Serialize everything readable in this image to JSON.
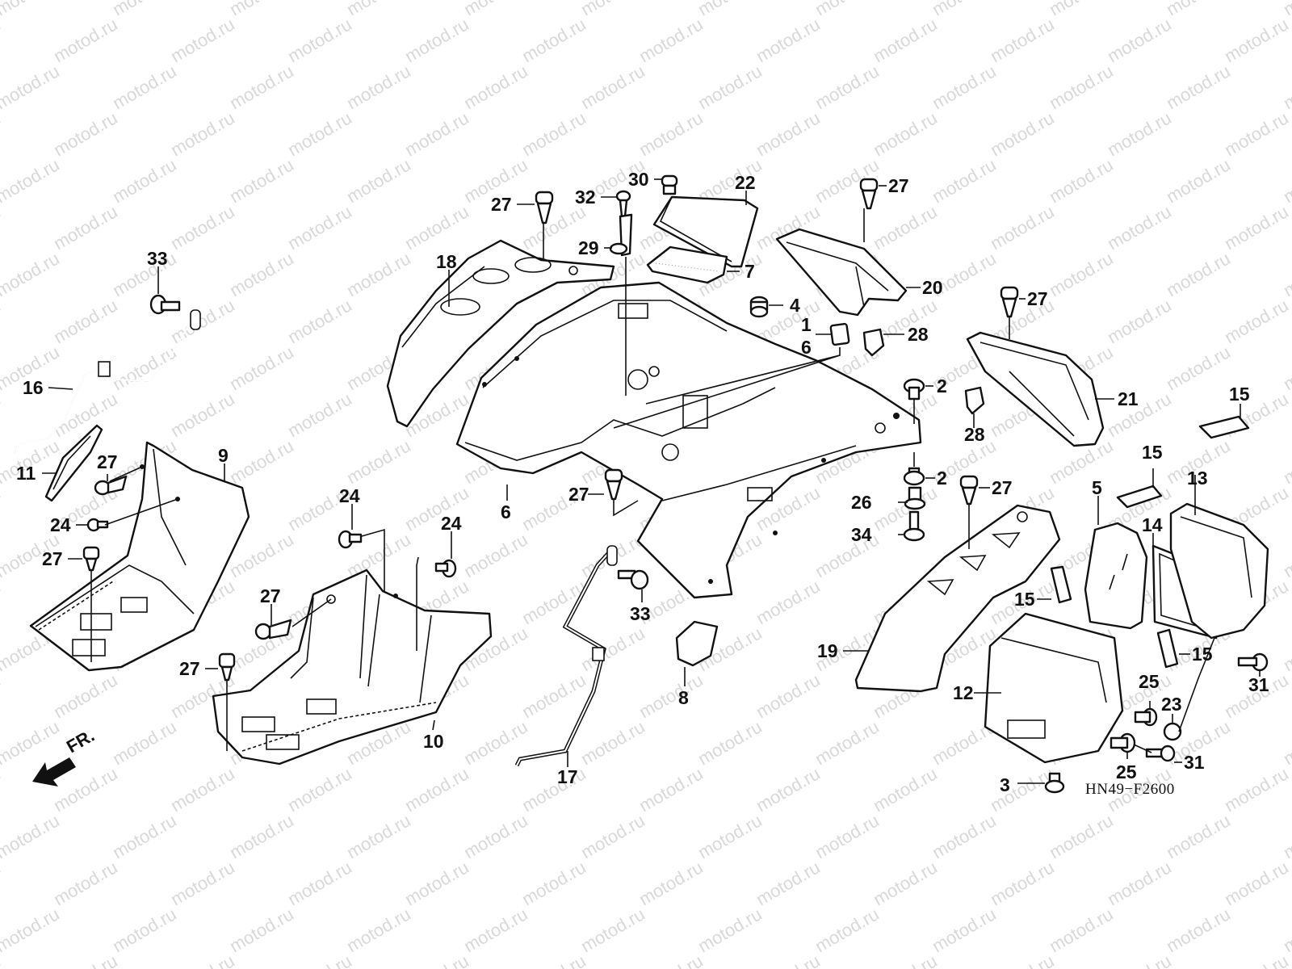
{
  "diagram": {
    "title_code": "HN49−F2600",
    "watermark": "motod.ru",
    "direction_indicator": "FR.",
    "labels": [
      {
        "id": "l33a",
        "text": "33"
      },
      {
        "id": "l16",
        "text": "16"
      },
      {
        "id": "l11",
        "text": "11"
      },
      {
        "id": "l27a",
        "text": "27"
      },
      {
        "id": "l9",
        "text": "9"
      },
      {
        "id": "l24a",
        "text": "24"
      },
      {
        "id": "l27b",
        "text": "27"
      },
      {
        "id": "l24b",
        "text": "24"
      },
      {
        "id": "l24c",
        "text": "24"
      },
      {
        "id": "l27c",
        "text": "27"
      },
      {
        "id": "l27d",
        "text": "27"
      },
      {
        "id": "l10",
        "text": "10"
      },
      {
        "id": "l18",
        "text": "18"
      },
      {
        "id": "l27e",
        "text": "27"
      },
      {
        "id": "l32",
        "text": "32"
      },
      {
        "id": "l30",
        "text": "30"
      },
      {
        "id": "l22",
        "text": "22"
      },
      {
        "id": "l29",
        "text": "29"
      },
      {
        "id": "l7",
        "text": "7"
      },
      {
        "id": "l27f",
        "text": "27"
      },
      {
        "id": "l20",
        "text": "20"
      },
      {
        "id": "l4",
        "text": "4"
      },
      {
        "id": "l1",
        "text": "1"
      },
      {
        "id": "l6a",
        "text": "6"
      },
      {
        "id": "l28a",
        "text": "28"
      },
      {
        "id": "l6b",
        "text": "6"
      },
      {
        "id": "l27g",
        "text": "27"
      },
      {
        "id": "l33b",
        "text": "33"
      },
      {
        "id": "l8",
        "text": "8"
      },
      {
        "id": "l17",
        "text": "17"
      },
      {
        "id": "l2a",
        "text": "2"
      },
      {
        "id": "l2b",
        "text": "2"
      },
      {
        "id": "l26",
        "text": "26"
      },
      {
        "id": "l34",
        "text": "34"
      },
      {
        "id": "l27h",
        "text": "27"
      },
      {
        "id": "l27i",
        "text": "27"
      },
      {
        "id": "l21",
        "text": "21"
      },
      {
        "id": "l28b",
        "text": "28"
      },
      {
        "id": "l15a",
        "text": "15"
      },
      {
        "id": "l15b",
        "text": "15"
      },
      {
        "id": "l13",
        "text": "13"
      },
      {
        "id": "l5",
        "text": "5"
      },
      {
        "id": "l14",
        "text": "14"
      },
      {
        "id": "l15c",
        "text": "15"
      },
      {
        "id": "l15d",
        "text": "15"
      },
      {
        "id": "l19",
        "text": "19"
      },
      {
        "id": "l12",
        "text": "12"
      },
      {
        "id": "l25a",
        "text": "25"
      },
      {
        "id": "l23",
        "text": "23"
      },
      {
        "id": "l31a",
        "text": "31"
      },
      {
        "id": "l31b",
        "text": "31"
      },
      {
        "id": "l25b",
        "text": "25"
      },
      {
        "id": "l3",
        "text": "3"
      }
    ]
  }
}
